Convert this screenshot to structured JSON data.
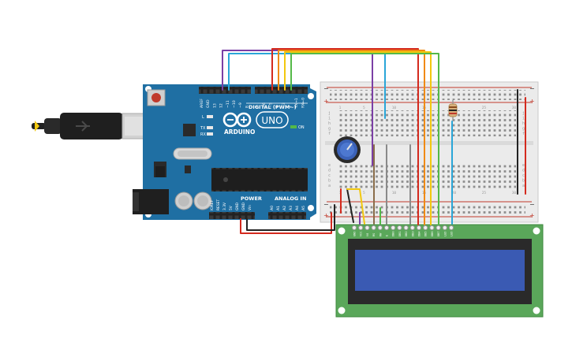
{
  "board": {
    "brand": "ARDUINO",
    "model": "UNO",
    "digital_label": "DIGITAL (PWM~)",
    "power_label": "POWER",
    "analog_label": "ANALOG IN",
    "on_label": "ON",
    "tx_label": "TX",
    "rx_label": "RX",
    "l_label": "L",
    "digital_pins": [
      "AREF",
      "GND",
      "13",
      "12",
      "~11",
      "~10",
      "~9",
      "8",
      "7",
      "~6",
      "~5",
      "4",
      "~3",
      "2",
      "TX→1",
      "RX←0"
    ],
    "power_pins": [
      "IOREF",
      "RESET",
      "3.3V",
      "5V",
      "GND",
      "GND",
      "Vin"
    ],
    "analog_pins": [
      "A0",
      "A1",
      "A2",
      "A3",
      "A4",
      "A5"
    ]
  },
  "breadboard": {
    "plus": "+",
    "minus": "−",
    "rows_top": [
      "j",
      "i",
      "h",
      "g",
      "f"
    ],
    "rows_bottom": [
      "e",
      "d",
      "c",
      "b",
      "a"
    ],
    "columns": [
      "1",
      "5",
      "10",
      "15",
      "20",
      "25",
      "30"
    ]
  },
  "lcd": {
    "pins": [
      "GND",
      "VCC",
      "V0",
      "RS",
      "RW",
      "E",
      "DB0",
      "DB1",
      "DB2",
      "DB3",
      "DB4",
      "DB5",
      "DB6",
      "DB7",
      "LED",
      "LED"
    ]
  },
  "colors": {
    "board": "#1f6fa3",
    "breadboard": "#ebebeb",
    "lcd_pcb": "#5aa75a",
    "lcd_screen": "#3a5ab3",
    "wire_red": "#d42a1e",
    "wire_orange": "#f08a12",
    "wire_yellow": "#f2c80f",
    "wire_green": "#54b948",
    "wire_purple": "#7b3fa5",
    "wire_cyan": "#2aa6d8",
    "wire_black": "#222222",
    "wire_brown": "#8a6d4a",
    "wire_grey": "#8a8a8a"
  }
}
